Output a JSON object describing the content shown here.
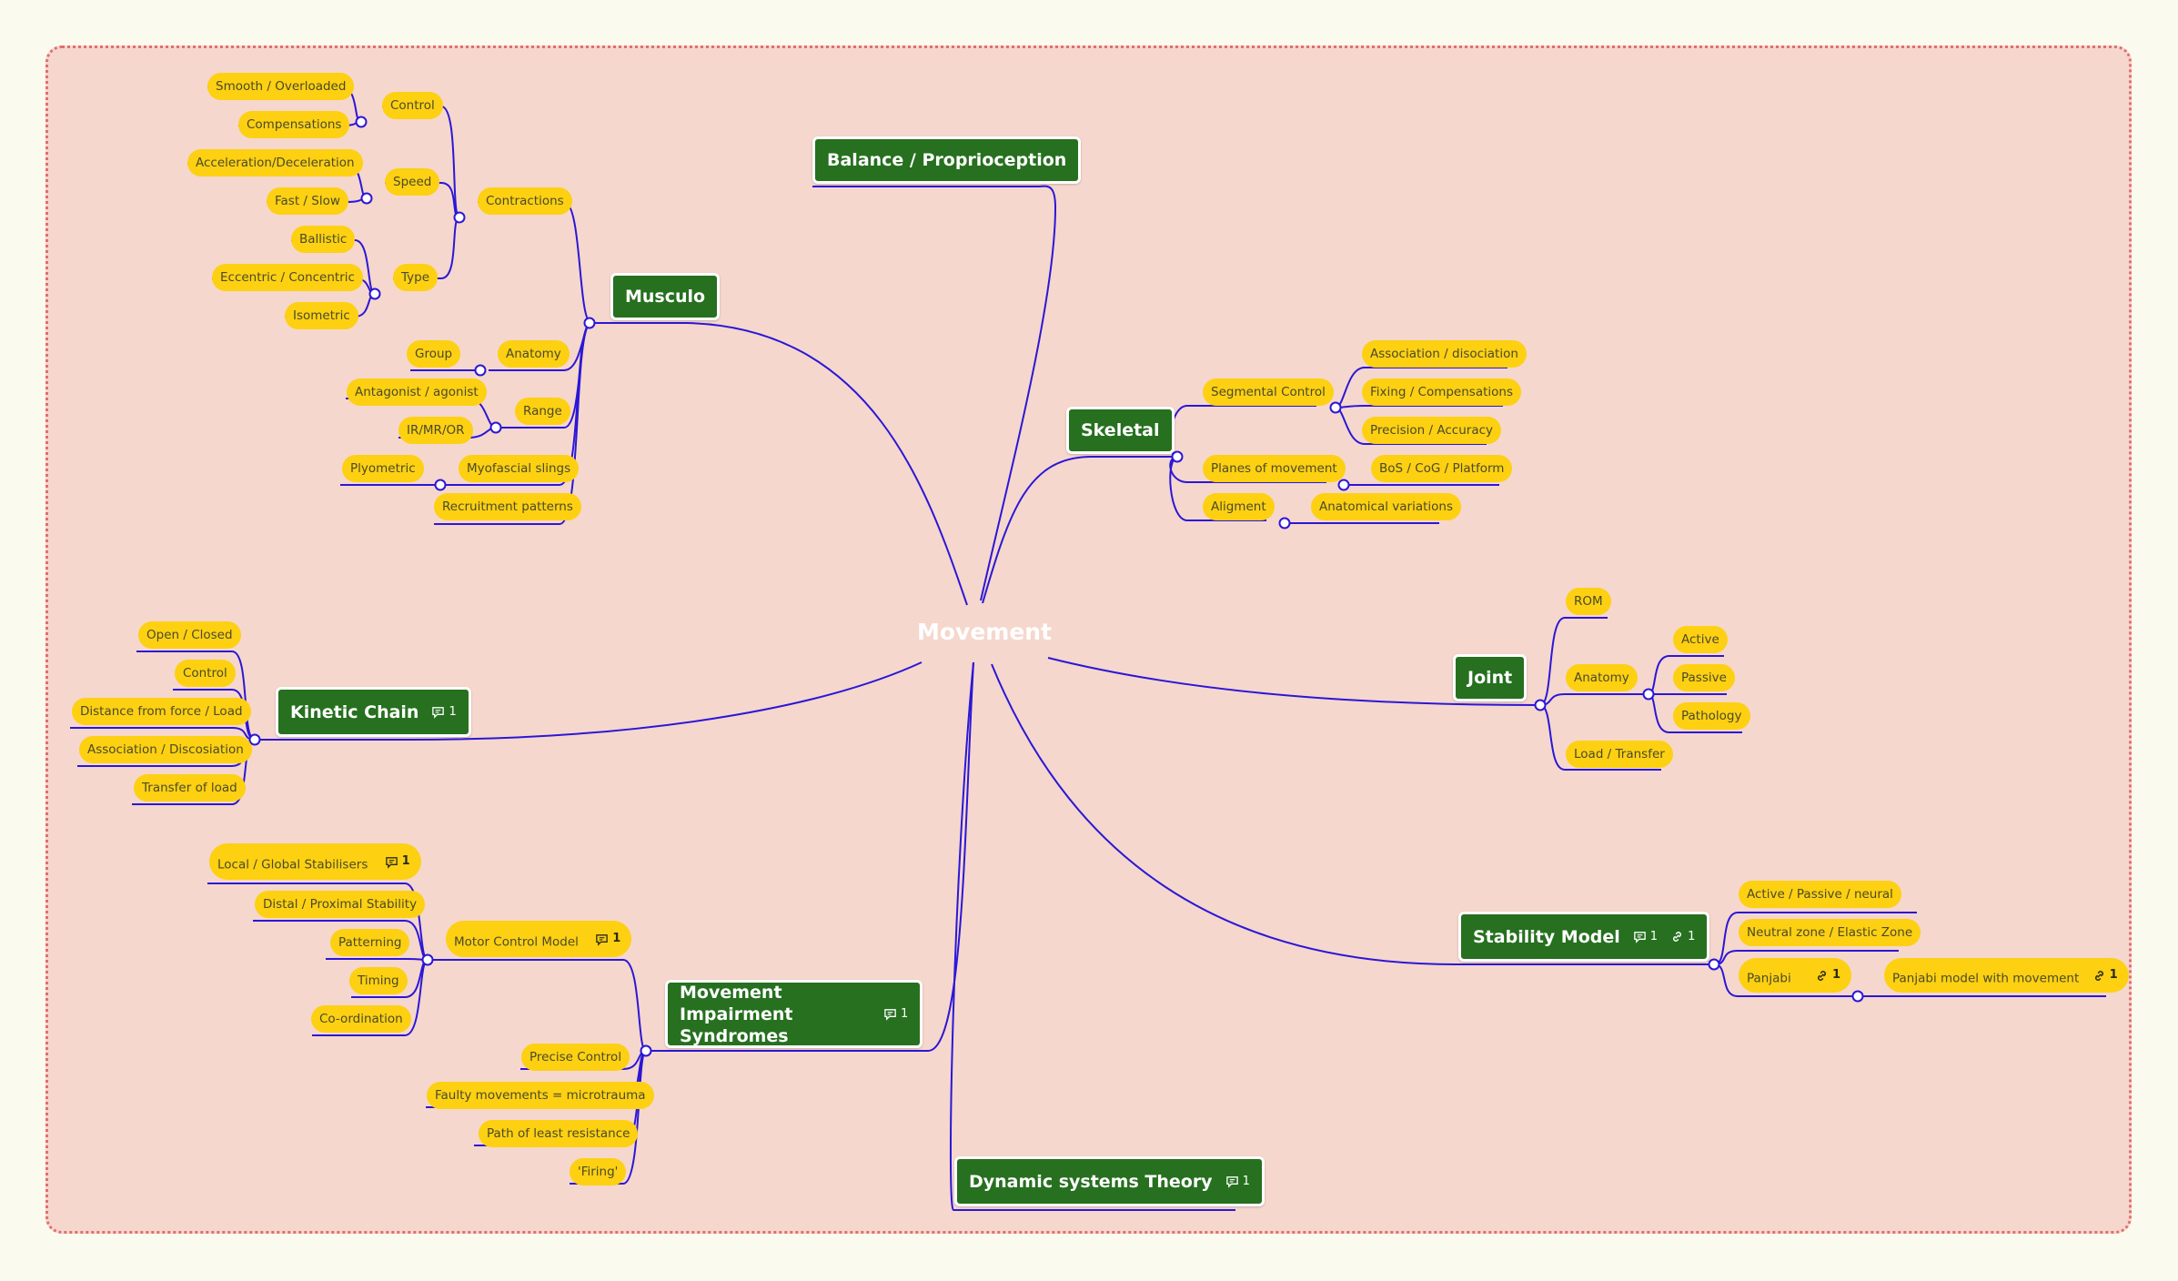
{
  "colors": {
    "background": "#fbfaee",
    "frame_fill": "#f5d7cd",
    "frame_border": "#e16f6f",
    "branch_line": "#2b17d6",
    "topic_fill": "#26701f",
    "pill_fill": "#fdd012"
  },
  "center": {
    "label": "Movement"
  },
  "icons": {
    "comment": "comment-icon",
    "link": "link-icon"
  },
  "topics": {
    "balance": {
      "label": "Balance / Proprioception"
    },
    "musculo": {
      "label": "Musculo"
    },
    "skeletal": {
      "label": "Skeletal"
    },
    "kinetic": {
      "label": "Kinetic Chain",
      "comments": "1"
    },
    "joint": {
      "label": "Joint"
    },
    "stability": {
      "label": "Stability Model",
      "comments": "1",
      "links": "1"
    },
    "mis": {
      "label": "Movement Impairment Syndromes",
      "comments": "1"
    },
    "dst": {
      "label": "Dynamic systems Theory",
      "comments": "1"
    }
  },
  "musculo": {
    "contractions": "Contractions",
    "control": "Control",
    "smooth": "Smooth / Overloaded",
    "compensations": "Compensations",
    "speed": "Speed",
    "accel": "Acceleration/Deceleration",
    "fast": "Fast / Slow",
    "type": "Type",
    "ballistic": "Ballistic",
    "eccentric": "Eccentric / Concentric",
    "isometric": "Isometric",
    "anatomy": "Anatomy",
    "group": "Group",
    "range": "Range",
    "antagonist": "Antagonist / agonist",
    "irmr": "IR/MR/OR",
    "myofascial": "Myofascial slings",
    "plyometric": "Plyometric",
    "recruitment": "Recruitment patterns"
  },
  "skeletal": {
    "segmental": "Segmental Control",
    "association": "Association / disociation",
    "fixing": "Fixing / Compensations",
    "precision": "Precision / Accuracy",
    "planes": "Planes of movement",
    "bos": "BoS / CoG / Platform",
    "aligment": "Aligment",
    "anatomical": "Anatomical variations"
  },
  "kinetic": {
    "open": "Open / Closed",
    "control": "Control",
    "distance": "Distance from force / Load",
    "association": "Association / Discosiation",
    "transfer": "Transfer of load"
  },
  "joint": {
    "rom": "ROM",
    "anatomy": "Anatomy",
    "active": "Active",
    "passive": "Passive",
    "pathology": "Pathology",
    "load": "Load / Transfer"
  },
  "stability": {
    "apn": "Active / Passive / neural",
    "neutral": "Neutral zone / Elastic Zone",
    "panjabi": "Panjabi",
    "panjabi_links": "1",
    "panjabi_model": "Panjabi model with movement",
    "panjabi_model_links": "1"
  },
  "mis": {
    "motor": "Motor Control Model",
    "motor_comments": "1",
    "local": "Local / Global Stabilisers",
    "local_comments": "1",
    "distal": "Distal / Proximal Stability",
    "patterning": "Patterning",
    "timing": "Timing",
    "coord": "Co-ordination",
    "precise": "Precise Control",
    "faulty": "Faulty movements = microtrauma",
    "path": "Path of least resistance",
    "firing": "'Firing'"
  }
}
